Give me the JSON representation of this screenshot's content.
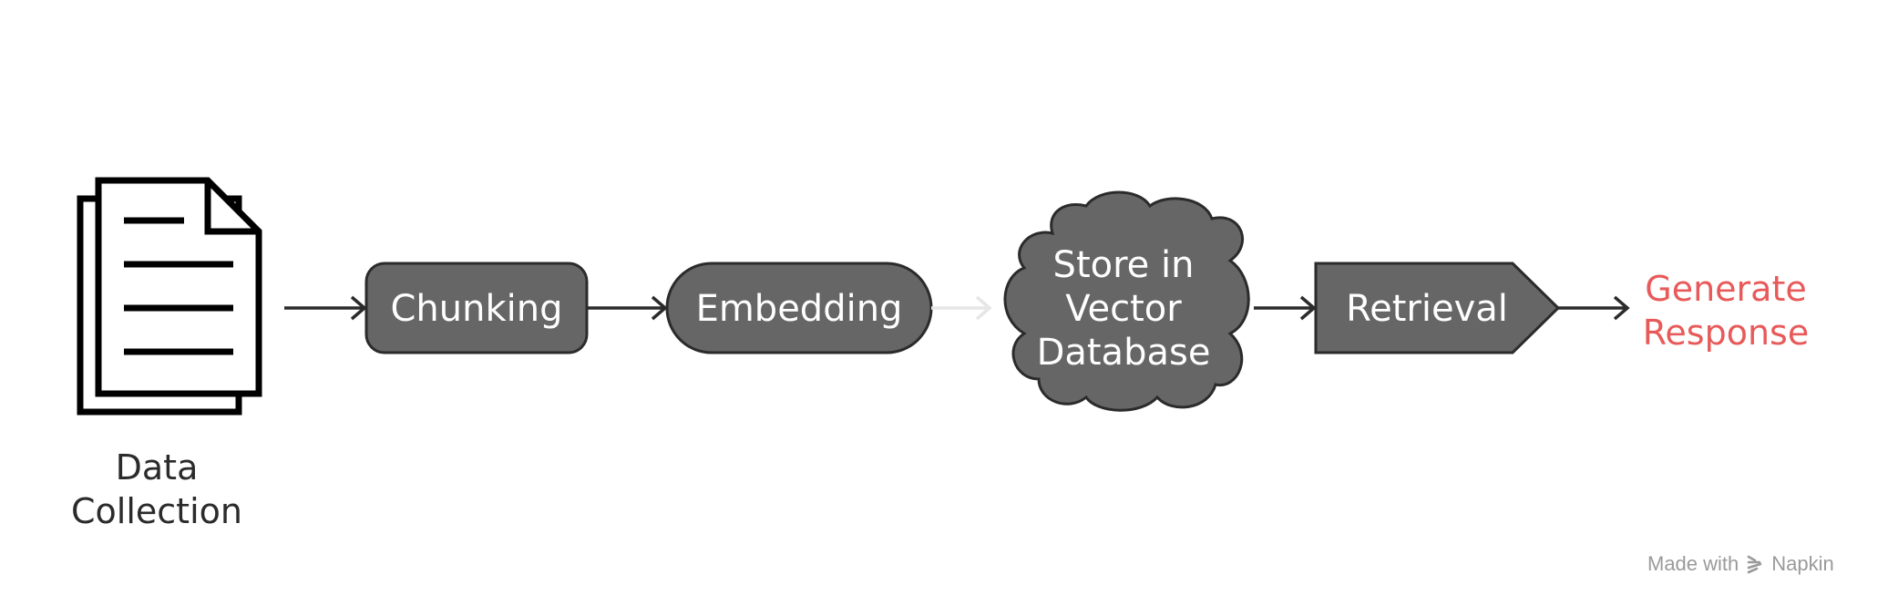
{
  "diagram": {
    "colors": {
      "node_fill": "#666666",
      "node_stroke": "#2b2b2b",
      "arrow": "#2b2b2b",
      "faded_arrow": "#e6e6e6",
      "accent": "#e85a5a"
    },
    "source": {
      "icon": "document-stack-icon",
      "label_line1": "Data",
      "label_line2": "Collection"
    },
    "steps": {
      "chunking": "Chunking",
      "embedding": "Embedding",
      "store_line1": "Store in",
      "store_line2": "Vector",
      "store_line3": "Database",
      "retrieval": "Retrieval"
    },
    "output": {
      "line1": "Generate",
      "line2": "Response"
    }
  },
  "watermark": {
    "made_with": "Made with",
    "brand": "Napkin",
    "icon": "napkin-logo-icon"
  }
}
